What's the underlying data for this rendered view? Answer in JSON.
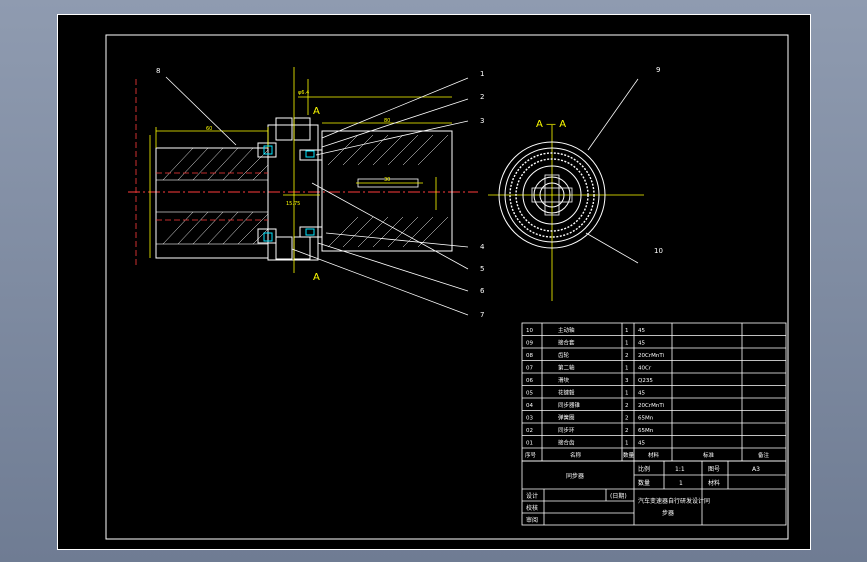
{
  "drawing": {
    "section_label_left": "A",
    "section_label_right": "A",
    "section_view_label": "A — A",
    "dim_top": "φ6.4",
    "dim_small": "15.75",
    "dim_left": "60",
    "dim_mid": "80",
    "dim_inner": "30"
  },
  "balloons": {
    "b1": "1",
    "b2": "2",
    "b3": "3",
    "b4": "4",
    "b5": "5",
    "b6": "6",
    "b7": "7",
    "b8": "8",
    "b9": "9",
    "b10": "10"
  },
  "parts_list": {
    "rows": [
      {
        "no": "10",
        "name": "主动轴",
        "qty": "1",
        "material": "45"
      },
      {
        "no": "09",
        "name": "接合套",
        "qty": "1",
        "material": "45"
      },
      {
        "no": "08",
        "name": "齿轮",
        "qty": "2",
        "material": "20CrMnTi"
      },
      {
        "no": "07",
        "name": "第二轴",
        "qty": "1",
        "material": "40Cr"
      },
      {
        "no": "06",
        "name": "滑块",
        "qty": "3",
        "material": "Q235"
      },
      {
        "no": "05",
        "name": "花键毂",
        "qty": "1",
        "material": "45"
      },
      {
        "no": "04",
        "name": "同步器锥",
        "qty": "2",
        "material": "20CrMnTi"
      },
      {
        "no": "03",
        "name": "弹簧圈",
        "qty": "2",
        "material": "65Mn"
      },
      {
        "no": "02",
        "name": "同步环",
        "qty": "2",
        "material": "65Mn"
      },
      {
        "no": "01",
        "name": "接合齿",
        "qty": "1",
        "material": "45"
      }
    ],
    "header": {
      "no": "序号",
      "name": "名称",
      "qty": "数量",
      "material": "材料",
      "standard": "标准",
      "remark": "备注"
    }
  },
  "title_block": {
    "drawing_name": "同步器",
    "scale_label": "比例",
    "scale_value": "1:1",
    "sheet_no_label": "图号",
    "sheet_no_value": "A3",
    "qty_label": "数量",
    "qty_value": "1",
    "material_label": "材料",
    "design_label": "设计",
    "check_label": "校核",
    "approve_label": "审阅",
    "date_label": "(日期)",
    "project_title_line1": "汽车变速器自行研发设计同",
    "project_title_line2": "步器"
  },
  "colors": {
    "line_white": "#ffffff",
    "line_yellow": "#ffff00",
    "line_red": "#ff3b3b",
    "line_cyan": "#00e5ff",
    "background": "#000000"
  }
}
